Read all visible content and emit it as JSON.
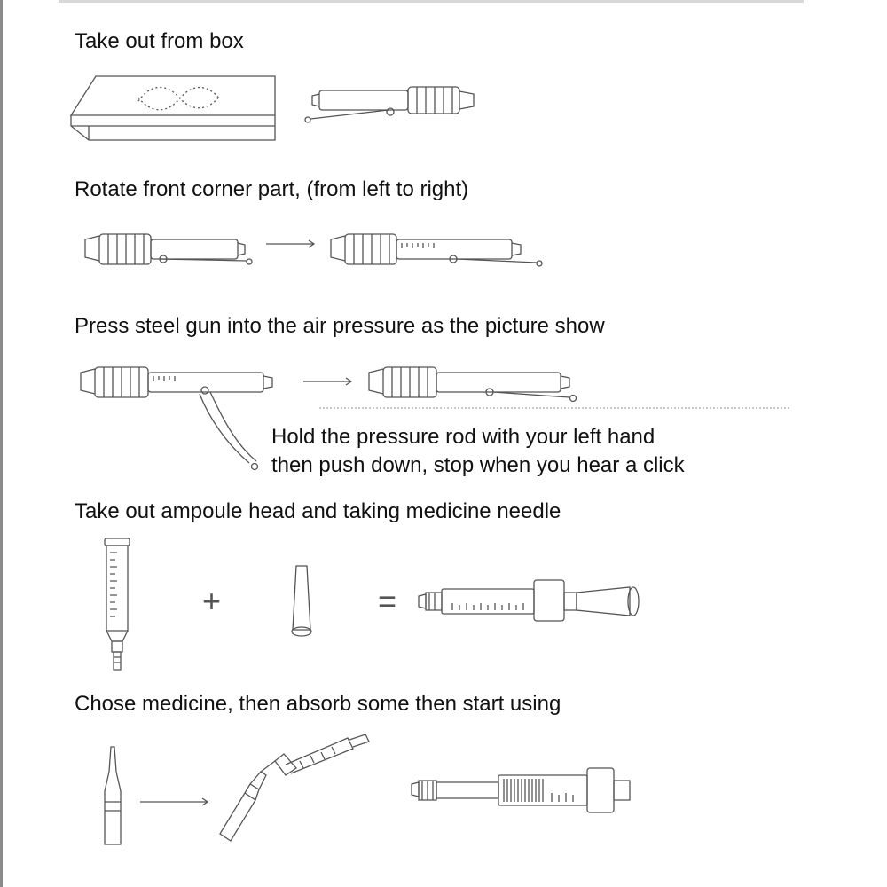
{
  "steps": [
    {
      "caption": "Take out from box"
    },
    {
      "caption": "Rotate front corner part, (from left to right)"
    },
    {
      "caption": "Press steel gun into the air pressure as the picture show",
      "note_lines": [
        "Hold the pressure rod with your left hand",
        "then push down, stop when you hear a click"
      ]
    },
    {
      "caption": "Take out ampoule head and taking medicine needle",
      "operators": {
        "plus": "+",
        "equals": "="
      }
    },
    {
      "caption": "Chose medicine, then absorb some then start using"
    }
  ],
  "colors": {
    "line": "#555555",
    "text": "#111111",
    "frame": "#8a8a8a"
  },
  "icons": [
    "box-icon",
    "injector-pen-icon",
    "arrow-right-icon",
    "ampoule-icon",
    "needle-cap-icon",
    "assembled-syringe-icon",
    "vial-icon"
  ]
}
